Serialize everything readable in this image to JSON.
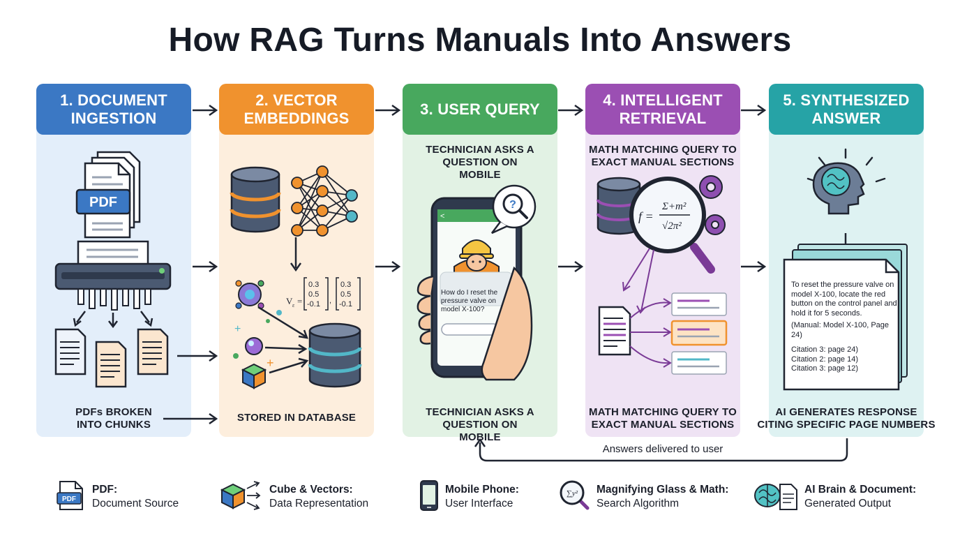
{
  "title": "How RAG Turns Manuals Into Answers",
  "stages": [
    {
      "heading": "1. DOCUMENT INGESTION",
      "caption": "PDFs BROKEN INTO CHUNKS",
      "color": "#3b78c4",
      "bg": "#e3eefa",
      "pdf_label": "PDF"
    },
    {
      "heading": "2. VECTOR EMBEDDINGS",
      "caption": "STORED IN DATABASE",
      "color": "#f0922e",
      "bg": "#fdeedd",
      "vector_label": "V",
      "vector_sub": "ε",
      "vec1": [
        "0.3",
        "0.5",
        "-0.1"
      ],
      "vec2": [
        "0.3",
        "0.5",
        "-0.1"
      ]
    },
    {
      "heading": "3. USER QUERY",
      "subtitle": "TECHNICIAN ASKS A QUESTION ON MOBILE",
      "caption": "TECHNICIAN ASKS A QUESTION ON MOBILE",
      "color": "#48a85e",
      "bg": "#e2f2e4",
      "chat_message": "How do I reset the pressure valve on model X-100?",
      "question_mark": "?"
    },
    {
      "heading": "4. INTELLIGENT RETRIEVAL",
      "subtitle": "MATH MATCHING QUERY TO EXACT MANUAL SECTIONS",
      "caption": "MATH MATCHING QUERY TO EXACT MANUAL SECTIONS",
      "color": "#9b4fb3",
      "bg": "#efe3f4",
      "formula_f": "f =",
      "formula_num": "Σ+m²",
      "formula_den": "√2π²"
    },
    {
      "heading": "5. SYNTHESIZED ANSWER",
      "caption": "AI GENERATES RESPONSE CITING SPECIFIC PAGE NUMBERS",
      "color": "#26a3a6",
      "bg": "#def2f2"
    }
  ],
  "answer": {
    "text": "To reset the pressure valve on model X-100, locate the red button on the control panel and hold it for 5 seconds.",
    "source": "(Manual: Model X-100, Page 24)",
    "citations": [
      "Citation 3: page 24)",
      "Citation 2: page 14)",
      "Citation 3: page 12)"
    ]
  },
  "feedback_label": "Answers delivered to user",
  "legend": [
    {
      "name": "PDF:",
      "desc": "Document Source",
      "icon": "pdf-icon"
    },
    {
      "name": "Cube & Vectors:",
      "desc": "Data Representation",
      "icon": "cube-vectors-icon"
    },
    {
      "name": "Mobile Phone:",
      "desc": "User Interface",
      "icon": "mobile-phone-icon"
    },
    {
      "name": "Magnifying Glass & Math:",
      "desc": "Search Algorithm",
      "icon": "magnifier-math-icon"
    },
    {
      "name": "AI Brain & Document:",
      "desc": "Generated Output",
      "icon": "brain-document-icon"
    }
  ],
  "legend_pdf_label": "PDF",
  "legend_math_label": "∑y²"
}
